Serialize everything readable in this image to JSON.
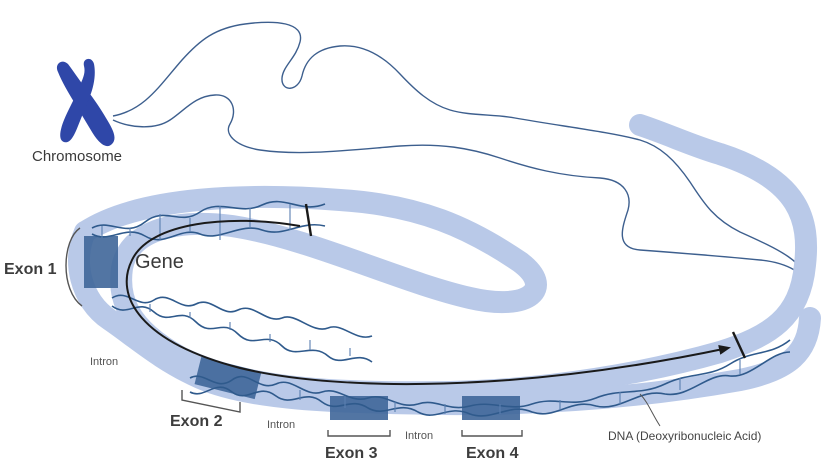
{
  "labels": {
    "chromosome": "Chromosome",
    "gene": "Gene",
    "exon_1": "Exon 1",
    "exon_2": "Exon 2",
    "exon_3": "Exon 3",
    "exon_4": "Exon 4",
    "intron_1": "Intron",
    "intron_2": "Intron",
    "intron_3": "Intron",
    "dna": "DNA (Deoxyribonucleic Acid)"
  },
  "colors": {
    "dna_band": "#b9c9e8",
    "dna_band_edge": "#8fa5d4",
    "exon_fill": "#3f6699",
    "strand": "#2f5a8c",
    "chromosome": "#2f47a8",
    "thread": "#3d5f8e",
    "arrow": "#1a1a1a",
    "text": "#333333"
  },
  "icons": {
    "chromosome": "chromosome-icon",
    "gene_arrow": "gene-arrow-icon"
  }
}
